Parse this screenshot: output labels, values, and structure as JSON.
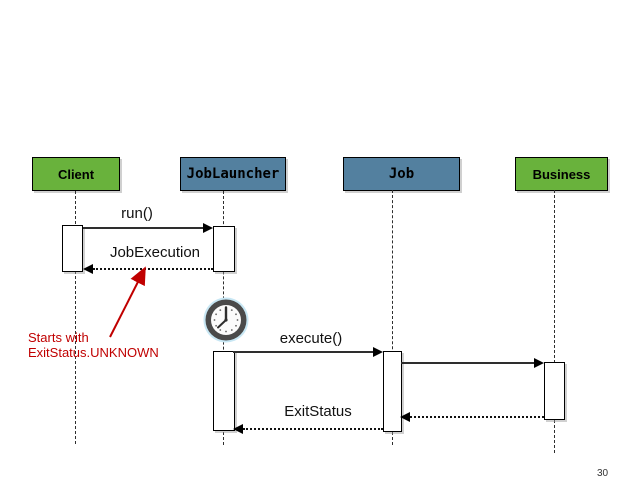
{
  "page": {
    "number": "30"
  },
  "colors": {
    "actor-green": "#69B23C",
    "actor-blue": "#53809F",
    "annotation-red": "#C00000"
  },
  "diagram": {
    "type": "uml-sequence",
    "actors": [
      {
        "label": "Client",
        "color": "green"
      },
      {
        "label": "JobLauncher",
        "color": "blue"
      },
      {
        "label": "Job",
        "color": "blue"
      },
      {
        "label": "Business",
        "color": "green"
      }
    ],
    "messages": [
      {
        "label": "run()",
        "from": "Client",
        "to": "JobLauncher",
        "style": "solid"
      },
      {
        "label": "JobExecution",
        "from": "JobLauncher",
        "to": "Client",
        "style": "dotted"
      },
      {
        "label": "execute()",
        "from": "JobLauncher",
        "to": "Job",
        "style": "solid"
      },
      {
        "label": "",
        "from": "Job",
        "to": "Business",
        "style": "solid"
      },
      {
        "label": "",
        "from": "Business",
        "to": "Job",
        "style": "dotted"
      },
      {
        "label": "ExitStatus",
        "from": "Job",
        "to": "JobLauncher",
        "style": "dotted"
      }
    ],
    "annotation": {
      "line1": "Starts with",
      "line2": "ExitStatus.UNKNOWN"
    },
    "icons": [
      {
        "name": "clock-icon"
      }
    ]
  }
}
